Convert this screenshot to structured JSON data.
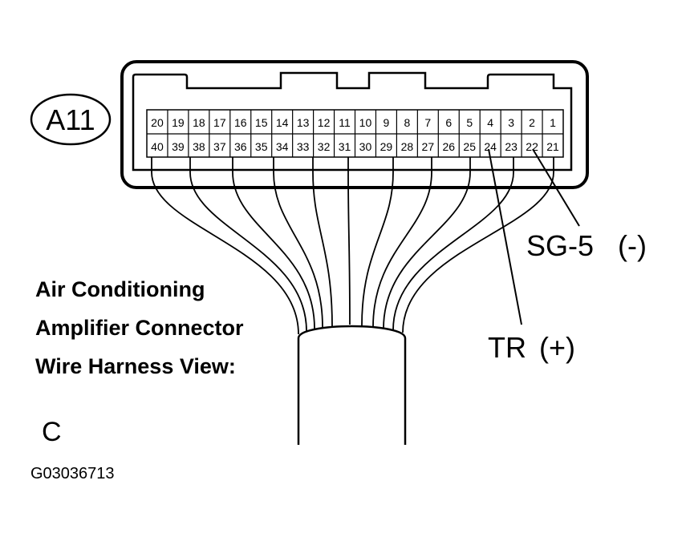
{
  "connector": {
    "label": "A11",
    "top_row_pins": [
      "20",
      "19",
      "18",
      "17",
      "16",
      "15",
      "14",
      "13",
      "12",
      "11",
      "10",
      "9",
      "8",
      "7",
      "6",
      "5",
      "4",
      "3",
      "2",
      "1"
    ],
    "bottom_row_pins": [
      "40",
      "39",
      "38",
      "37",
      "36",
      "35",
      "34",
      "33",
      "32",
      "31",
      "30",
      "29",
      "28",
      "27",
      "26",
      "25",
      "24",
      "23",
      "22",
      "21"
    ]
  },
  "terminals": {
    "sg5": {
      "name": "SG-5",
      "polarity": "(-)",
      "pin": "22"
    },
    "tr": {
      "name": "TR",
      "polarity": "(+)",
      "pin": "24"
    }
  },
  "caption": {
    "line1": "Air Conditioning",
    "line2": "Amplifier Connector",
    "line3": "Wire Harness View:"
  },
  "view_letter": "C",
  "figure_id": "G03036713"
}
